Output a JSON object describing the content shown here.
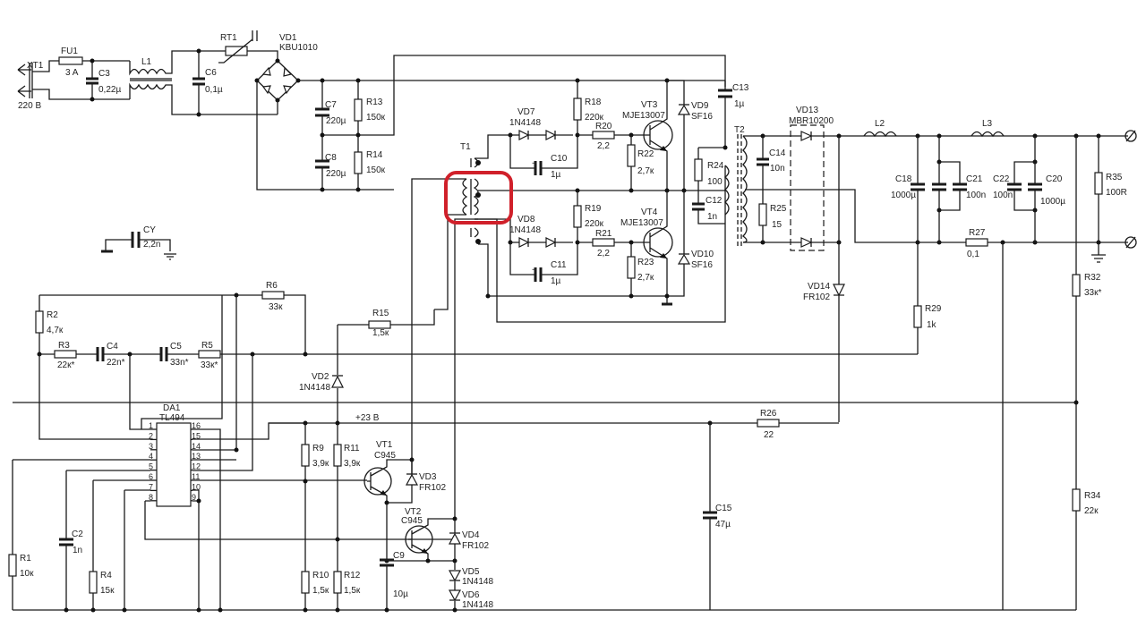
{
  "title": "Switching power supply schematic (TL494, half-bridge)",
  "highlight": {
    "target": "T1 windings",
    "color": "#d0202a"
  },
  "components": {
    "XT1": {
      "ref": "XT1",
      "value": "220 B"
    },
    "FU1": {
      "ref": "FU1",
      "value": "3 A"
    },
    "C3": {
      "ref": "C3",
      "value": "0,22µ"
    },
    "L1": {
      "ref": "L1"
    },
    "C6": {
      "ref": "C6",
      "value": "0,1µ"
    },
    "RT1": {
      "ref": "RT1"
    },
    "VD1": {
      "ref": "VD1",
      "value": "KBU1010"
    },
    "C7": {
      "ref": "C7",
      "value": "220µ"
    },
    "C8": {
      "ref": "C8",
      "value": "220µ"
    },
    "R13": {
      "ref": "R13",
      "value": "150к"
    },
    "R14": {
      "ref": "R14",
      "value": "150к"
    },
    "T1": {
      "ref": "T1"
    },
    "VD7": {
      "ref": "VD7",
      "value": "1N4148"
    },
    "VD8": {
      "ref": "VD8",
      "value": "1N4148"
    },
    "C10": {
      "ref": "C10",
      "value": "1µ"
    },
    "C11": {
      "ref": "C11",
      "value": "1µ"
    },
    "R18": {
      "ref": "R18",
      "value": "220к"
    },
    "R19": {
      "ref": "R19",
      "value": "220к"
    },
    "R20": {
      "ref": "R20",
      "value": "2,2"
    },
    "R21": {
      "ref": "R21",
      "value": "2,2"
    },
    "R22": {
      "ref": "R22",
      "value": "2,7к"
    },
    "R23": {
      "ref": "R23",
      "value": "2,7к"
    },
    "VT3": {
      "ref": "VT3",
      "value": "MJE13007"
    },
    "VT4": {
      "ref": "VT4",
      "value": "MJE13007"
    },
    "VD9": {
      "ref": "VD9",
      "value": "SF16"
    },
    "VD10": {
      "ref": "VD10",
      "value": "SF16"
    },
    "C13": {
      "ref": "C13",
      "value": "1µ"
    },
    "C12": {
      "ref": "C12",
      "value": "1n"
    },
    "R24": {
      "ref": "R24",
      "value": "100"
    },
    "T2": {
      "ref": "T2"
    },
    "C14": {
      "ref": "C14",
      "value": "10n"
    },
    "R25": {
      "ref": "R25",
      "value": "15"
    },
    "VD13": {
      "ref": "VD13",
      "value": "MBR10200"
    },
    "L2": {
      "ref": "L2"
    },
    "L3": {
      "ref": "L3"
    },
    "C18": {
      "ref": "C18",
      "value": "1000µ"
    },
    "C21": {
      "ref": "C21",
      "value": "100n"
    },
    "C22": {
      "ref": "C22",
      "value": "100n"
    },
    "C20": {
      "ref": "C20",
      "value": "1000µ"
    },
    "R35": {
      "ref": "R35",
      "value": "100R"
    },
    "R27": {
      "ref": "R27",
      "value": "0,1"
    },
    "R29": {
      "ref": "R29",
      "value": "1k"
    },
    "R32": {
      "ref": "R32",
      "value": "33к*"
    },
    "R34": {
      "ref": "R34",
      "value": "22к"
    },
    "VD14": {
      "ref": "VD14",
      "value": "FR102"
    },
    "R26": {
      "ref": "R26",
      "value": "22"
    },
    "C15": {
      "ref": "C15",
      "value": "47µ"
    },
    "CY": {
      "ref": "CY",
      "value": "2,2n"
    },
    "R2": {
      "ref": "R2",
      "value": "4,7к"
    },
    "R3": {
      "ref": "R3",
      "value": "22к*"
    },
    "C4": {
      "ref": "C4",
      "value": "22n*"
    },
    "C5": {
      "ref": "C5",
      "value": "33n*"
    },
    "R5": {
      "ref": "R5",
      "value": "33к*"
    },
    "R6": {
      "ref": "R6",
      "value": "33к"
    },
    "R15": {
      "ref": "R15",
      "value": "1,5к"
    },
    "VD2": {
      "ref": "VD2",
      "value": "1N4148"
    },
    "DA1": {
      "ref": "DA1",
      "value": "TL494",
      "pins_left": [
        "1",
        "2",
        "3",
        "4",
        "5",
        "6",
        "7",
        "8"
      ],
      "pins_right": [
        "16",
        "15",
        "14",
        "13",
        "12",
        "11",
        "10",
        "9"
      ]
    },
    "R9": {
      "ref": "R9",
      "value": "3,9к"
    },
    "R11": {
      "ref": "R11",
      "value": "3,9к"
    },
    "R10": {
      "ref": "R10",
      "value": "1,5к"
    },
    "R12": {
      "ref": "R12",
      "value": "1,5к"
    },
    "VT1": {
      "ref": "VT1",
      "value": "C945"
    },
    "VT2": {
      "ref": "VT2",
      "value": "C945"
    },
    "VD3": {
      "ref": "VD3",
      "value": "FR102"
    },
    "VD4": {
      "ref": "VD4",
      "value": "FR102"
    },
    "VD5": {
      "ref": "VD5",
      "value": "1N4148"
    },
    "VD6": {
      "ref": "VD6",
      "value": "1N4148"
    },
    "C9": {
      "ref": "C9",
      "value": "10µ"
    },
    "R1": {
      "ref": "R1",
      "value": "10к"
    },
    "C2": {
      "ref": "C2",
      "value": "1n"
    },
    "R4": {
      "ref": "R4",
      "value": "15к"
    }
  },
  "nets": {
    "supply_23v": "+23 B"
  }
}
